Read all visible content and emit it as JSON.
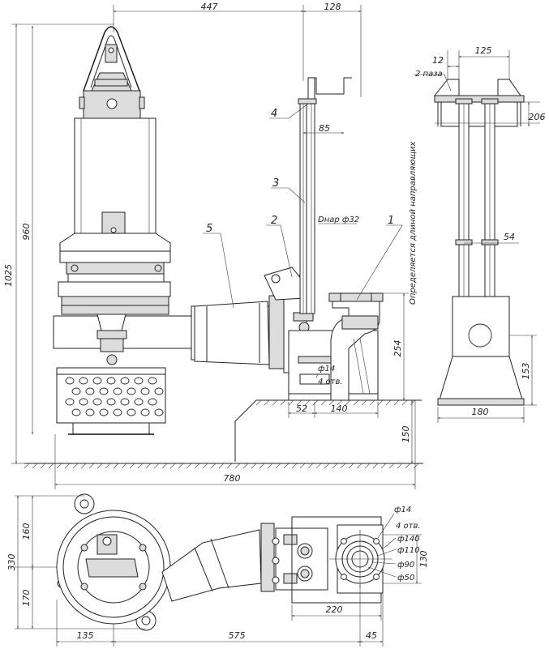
{
  "dimensions": {
    "d447": "447",
    "d128": "128",
    "d85": "85",
    "d1025": "1025",
    "d960": "960",
    "d254": "254",
    "d150": "150",
    "d780": "780",
    "d52": "52",
    "d140": "140",
    "d12": "12",
    "d125": "125",
    "d206": "206",
    "d54": "54",
    "d153": "153",
    "d180": "180",
    "d160": "160",
    "d330": "330",
    "d170": "170",
    "d135": "135",
    "d575": "575",
    "d45": "45",
    "d220": "220",
    "d130": "130"
  },
  "labels": {
    "slots": "2 паза",
    "outer_dia": "Dнар ф32",
    "hole14": "ф14",
    "holes4": "4 отв.",
    "vertical_note": "Определяется длиной направляющих",
    "plan_hole14": "ф14",
    "plan_holes4": "4 отв.",
    "plan_d140": "ф140",
    "plan_d110": "ф110",
    "plan_d90": "ф90",
    "plan_d50": "ф50"
  },
  "callouts": {
    "c1": "1",
    "c2": "2",
    "c3": "3",
    "c4": "4",
    "c5": "5"
  }
}
